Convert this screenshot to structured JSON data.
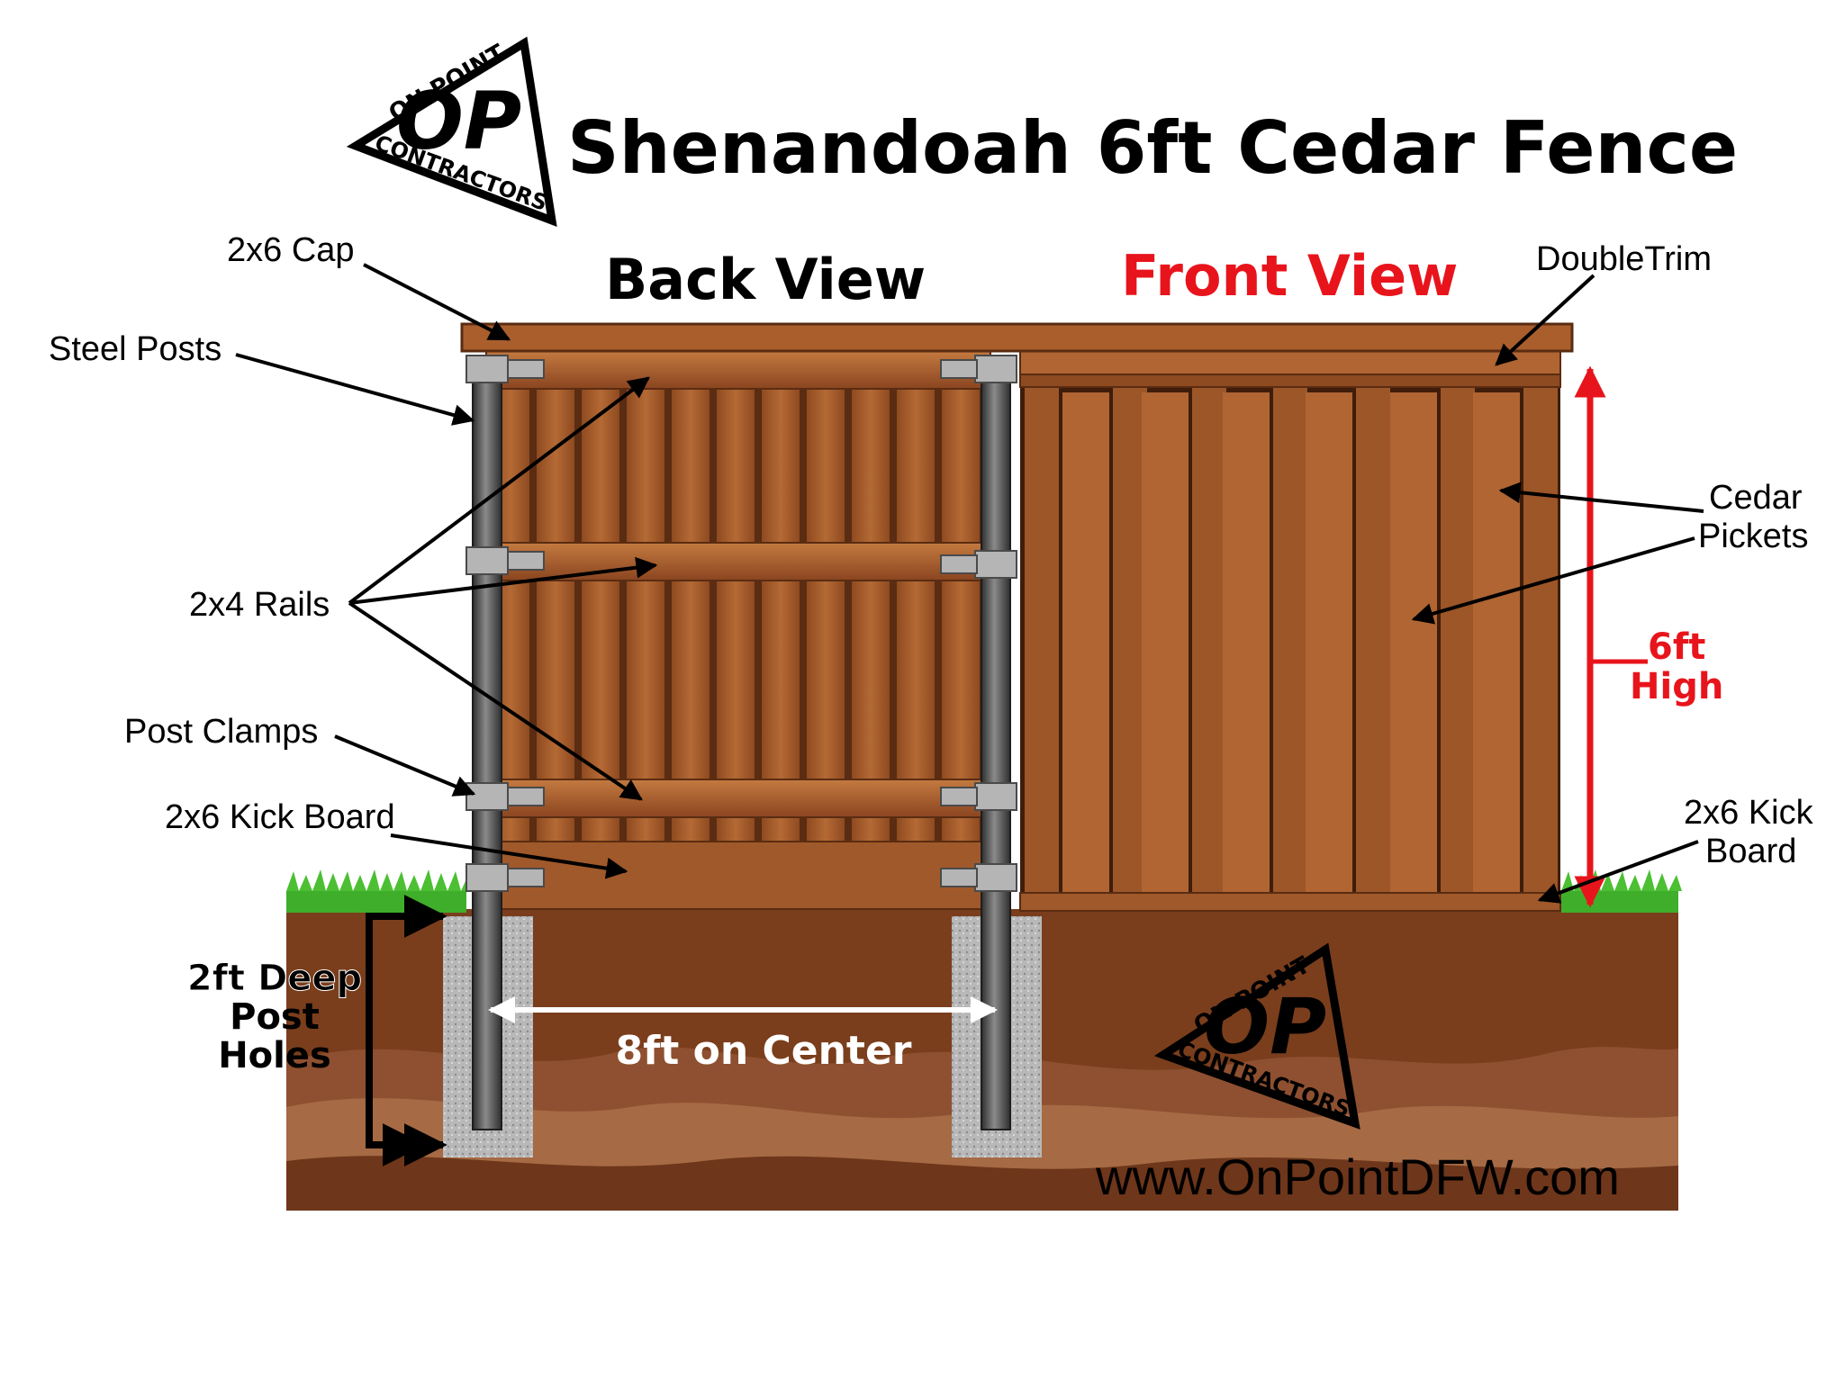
{
  "title": "Shenandoah 6ft Cedar Fence",
  "view_labels": {
    "back": "Back View",
    "front": "Front View"
  },
  "logo": {
    "top_text": "ON POINT",
    "mark": "OP",
    "bottom_text": "CONTRACTORS"
  },
  "callouts": {
    "cap": "2x6 Cap",
    "steel_posts": "Steel Posts",
    "rails": "2x4 Rails",
    "post_clamps": "Post Clamps",
    "kick_board_back": "2x6 Kick Board",
    "double_trim": "DoubleTrim",
    "cedar_pickets_1": "Cedar",
    "cedar_pickets_2": "Pickets",
    "height_1": "6ft",
    "height_2": "High",
    "kick_board_front_1": "2x6 Kick",
    "kick_board_front_2": "Board",
    "depth_1": "2ft Deep",
    "depth_2": "Post",
    "depth_3": "Holes",
    "spacing": "8ft on Center"
  },
  "website": "www.OnPointDFW.com",
  "colors": {
    "height_accent": "#e8141c",
    "wood": "#a0592a",
    "soil": "#7a3e1c",
    "grass": "#3fae2a",
    "post": "#4a4a4a"
  }
}
